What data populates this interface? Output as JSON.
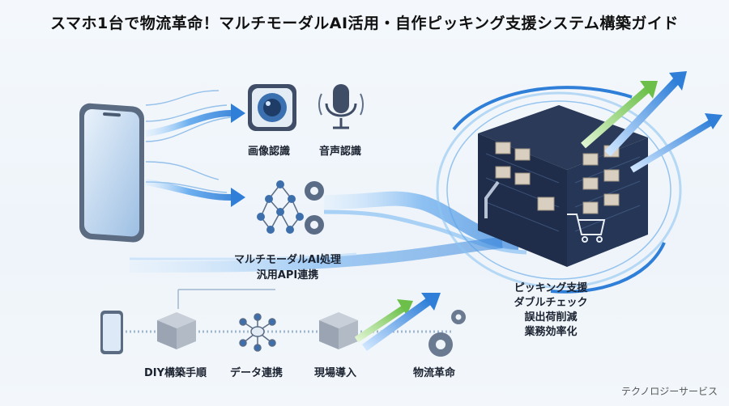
{
  "title": "スマホ1台で物流革命！マルチモーダルAI活用・自作ピッキング支援システム構築ガイド",
  "labels": {
    "image_recognition": "画像認識",
    "voice_recognition": "音声認識",
    "ai_processing_line1": "マルチモーダルAI処理",
    "ai_processing_line2": "汎用API連携",
    "benefits": [
      "ピッキング支援",
      "ダブルチェック",
      "誤出荷削減",
      "業務効率化"
    ],
    "steps": [
      "DIY構築手順",
      "データ連携",
      "現場導入",
      "物流革命"
    ]
  },
  "footer": {
    "brand": "テクノロジーサービス"
  },
  "colors": {
    "accent": "#2f7fd8",
    "arrow_green": "#6cc04a",
    "dark_panel": "#1f2d4a"
  }
}
